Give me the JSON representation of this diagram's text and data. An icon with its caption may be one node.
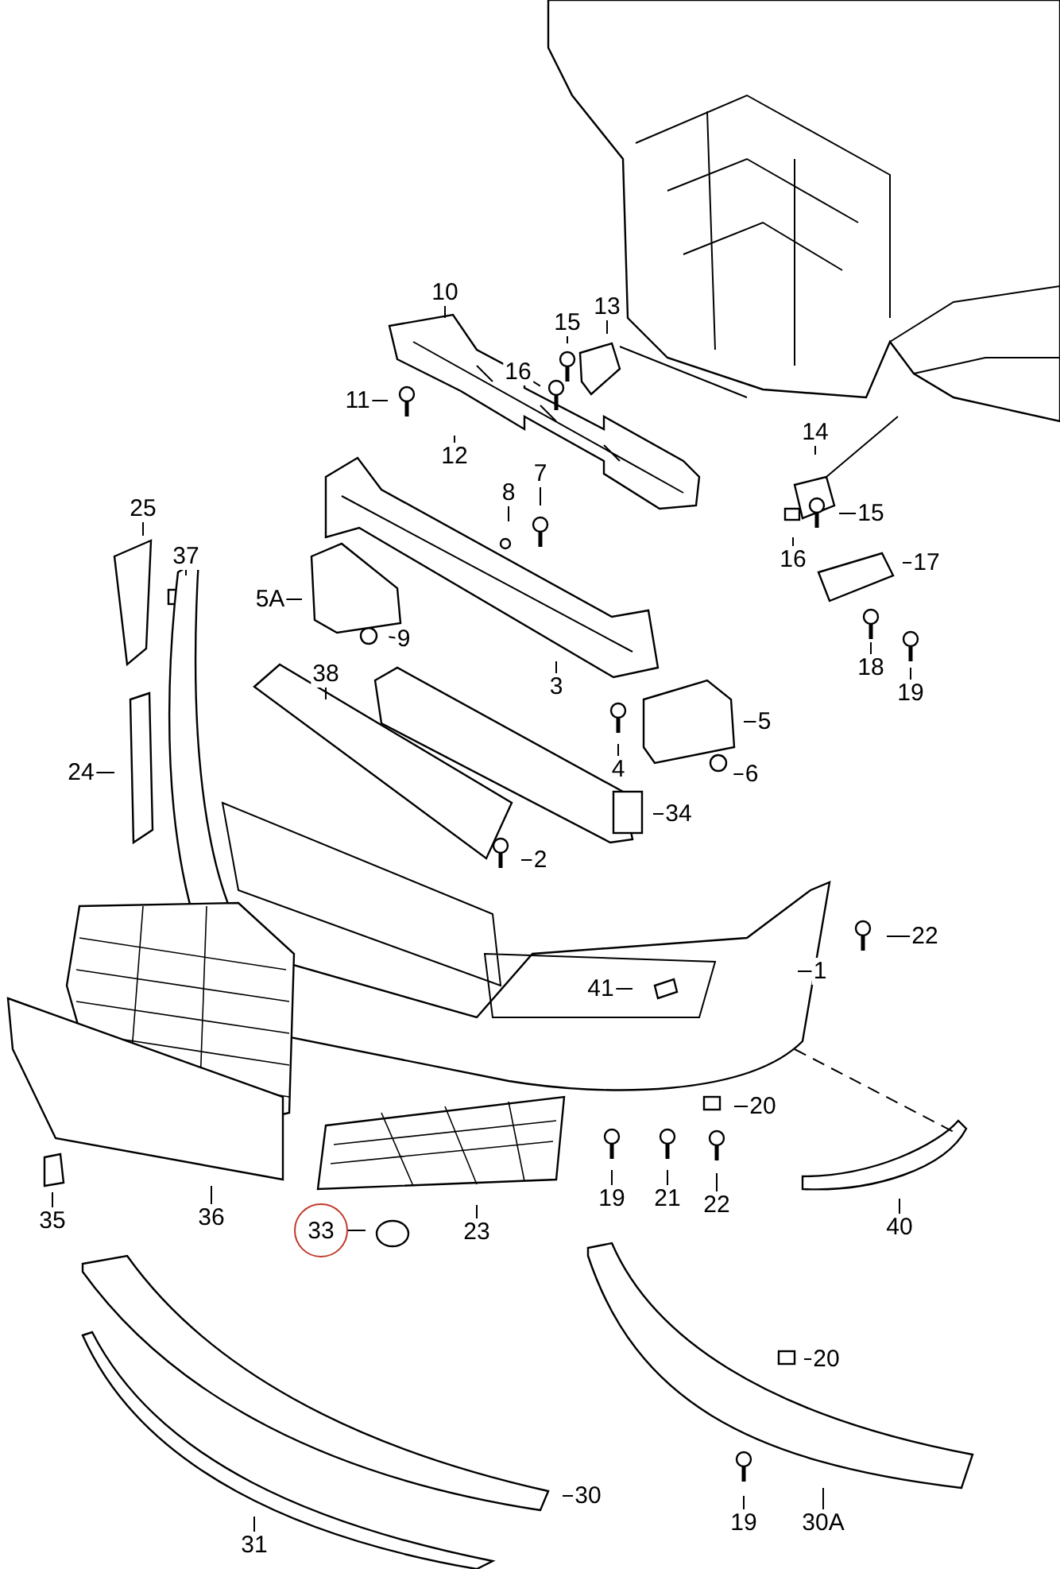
{
  "diagram": {
    "nodes": [
      {
        "text": [
          "10"
        ]
      },
      {
        "text": [
          "13"
        ]
      },
      {
        "text": [
          "15"
        ]
      },
      {
        "text": [
          "16"
        ]
      },
      {
        "text": [
          "11"
        ]
      },
      {
        "text": [
          "14"
        ]
      },
      {
        "text": [
          "12"
        ]
      },
      {
        "text": [
          "7"
        ]
      },
      {
        "text": [
          "8"
        ]
      },
      {
        "text": [
          "25"
        ]
      },
      {
        "text": [
          "15"
        ]
      },
      {
        "text": [
          "37"
        ]
      },
      {
        "text": [
          "16"
        ]
      },
      {
        "text": [
          "17"
        ]
      },
      {
        "text": [
          "5A"
        ]
      },
      {
        "text": [
          "9"
        ]
      },
      {
        "text": [
          "18"
        ]
      },
      {
        "text": [
          "38"
        ]
      },
      {
        "text": [
          "3"
        ]
      },
      {
        "text": [
          "19"
        ]
      },
      {
        "text": [
          "5"
        ]
      },
      {
        "text": [
          "4"
        ]
      },
      {
        "text": [
          "24"
        ]
      },
      {
        "text": [
          "6"
        ]
      },
      {
        "text": [
          "34"
        ]
      },
      {
        "text": [
          "2"
        ]
      },
      {
        "text": [
          "22"
        ]
      },
      {
        "text": [
          "1"
        ]
      },
      {
        "text": [
          "41"
        ]
      },
      {
        "text": [
          "20"
        ]
      },
      {
        "text": [
          "19"
        ]
      },
      {
        "text": [
          "21"
        ]
      },
      {
        "text": [
          "22"
        ]
      },
      {
        "text": [
          "36"
        ]
      },
      {
        "text": [
          "35"
        ]
      },
      {
        "text": [
          "40"
        ]
      },
      {
        "text": [
          "33"
        ]
      },
      {
        "text": [
          "23"
        ]
      },
      {
        "text": [
          "20"
        ]
      },
      {
        "text": [
          "30"
        ]
      },
      {
        "text": [
          "19"
        ]
      },
      {
        "text": [
          "30A"
        ]
      },
      {
        "text": [
          "31"
        ]
      }
    ],
    "edges": [
      {
        "from": 0,
        "to": null,
        "arrow": "none"
      },
      {
        "from": 1,
        "to": null,
        "arrow": "none"
      },
      {
        "from": 2,
        "to": null,
        "arrow": "none"
      },
      {
        "from": 3,
        "to": null,
        "arrow": "none"
      },
      {
        "from": 4,
        "to": null,
        "arrow": "none"
      },
      {
        "from": 5,
        "to": null,
        "arrow": "none"
      },
      {
        "from": 6,
        "to": null,
        "arrow": "none"
      },
      {
        "from": 7,
        "to": null,
        "arrow": "none"
      },
      {
        "from": 8,
        "to": null,
        "arrow": "none"
      },
      {
        "from": 9,
        "to": null,
        "arrow": "none"
      },
      {
        "from": 10,
        "to": null,
        "arrow": "none"
      },
      {
        "from": 11,
        "to": null,
        "arrow": "none"
      },
      {
        "from": 12,
        "to": null,
        "arrow": "none"
      },
      {
        "from": 13,
        "to": null,
        "arrow": "none"
      },
      {
        "from": 14,
        "to": null,
        "arrow": "none"
      },
      {
        "from": 15,
        "to": null,
        "arrow": "none"
      },
      {
        "from": 16,
        "to": null,
        "arrow": "none"
      },
      {
        "from": 17,
        "to": null,
        "arrow": "none"
      },
      {
        "from": 18,
        "to": null,
        "arrow": "none"
      },
      {
        "from": 19,
        "to": null,
        "arrow": "none"
      },
      {
        "from": 20,
        "to": null,
        "arrow": "none"
      },
      {
        "from": 21,
        "to": null,
        "arrow": "none"
      },
      {
        "from": 22,
        "to": null,
        "arrow": "none"
      },
      {
        "from": 23,
        "to": null,
        "arrow": "none"
      },
      {
        "from": 24,
        "to": null,
        "arrow": "none"
      },
      {
        "from": 25,
        "to": null,
        "arrow": "none"
      },
      {
        "from": 26,
        "to": null,
        "arrow": "none"
      },
      {
        "from": 27,
        "to": null,
        "arrow": "none"
      },
      {
        "from": 28,
        "to": null,
        "arrow": "none"
      },
      {
        "from": 29,
        "to": null,
        "arrow": "none"
      },
      {
        "from": 30,
        "to": null,
        "arrow": "none"
      },
      {
        "from": 31,
        "to": null,
        "arrow": "none"
      },
      {
        "from": 32,
        "to": null,
        "arrow": "none"
      },
      {
        "from": 33,
        "to": null,
        "arrow": "none"
      },
      {
        "from": 34,
        "to": null,
        "arrow": "none"
      },
      {
        "from": 35,
        "to": null,
        "arrow": "none"
      },
      {
        "from": 36,
        "to": null,
        "arrow": "none"
      },
      {
        "from": 37,
        "to": null,
        "arrow": "none"
      },
      {
        "from": 38,
        "to": null,
        "arrow": "none"
      },
      {
        "from": 39,
        "to": null,
        "arrow": "none"
      },
      {
        "from": 40,
        "to": null,
        "arrow": "none"
      },
      {
        "from": 41,
        "to": null,
        "arrow": "none"
      },
      {
        "from": 42,
        "to": null,
        "arrow": "none"
      }
    ]
  }
}
